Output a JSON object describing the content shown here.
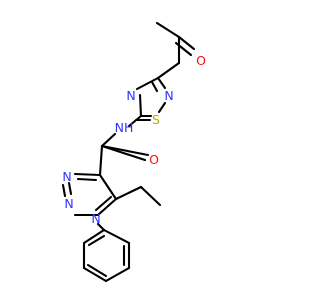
{
  "molecule": {
    "label_colors": {
      "N": "#3333ff",
      "O": "#ff0d0d",
      "S": "#b2b200",
      "C": "#000000"
    },
    "atoms": {
      "o_ketone": "O",
      "n_thiadiazole_top": "N",
      "s_thiadiazole": "S",
      "n_thiadiazole_left": "N",
      "nh_amide": "NH",
      "o_amide": "O",
      "n_triazole_3": "N",
      "n_triazole_2": "N",
      "n_triazole_1": "N"
    }
  }
}
